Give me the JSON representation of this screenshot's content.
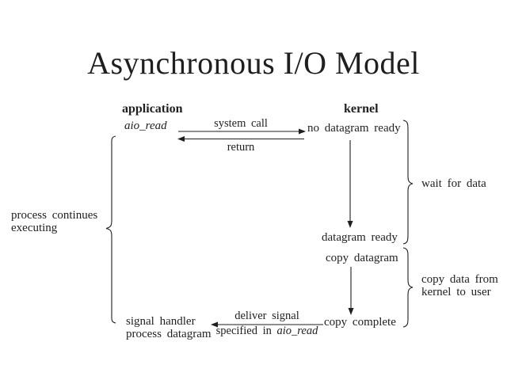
{
  "title": "Asynchronous I/O Model",
  "columns": {
    "application": "application",
    "kernel": "kernel"
  },
  "application_side": {
    "aio_read": "aio_read",
    "signal_handler_line1": "signal handler",
    "signal_handler_line2": "process datagram"
  },
  "kernel_side": {
    "no_datagram_ready": "no datagram ready",
    "datagram_ready": "datagram ready",
    "copy_datagram": "copy datagram",
    "copy_complete": "copy complete"
  },
  "arrows": {
    "system_call_label": "system call",
    "return_label": "return",
    "deliver_signal_line1": "deliver signal",
    "deliver_signal_line2_prefix": "specified in ",
    "deliver_signal_line2_func": "aio_read"
  },
  "annotations": {
    "process_continues_line1": "process continues",
    "process_continues_line2": "executing",
    "wait_for_data": "wait for data",
    "copy_data_line1": "copy data from",
    "copy_data_line2": "kernel to user"
  },
  "colors": {
    "ink": "#1f1f1f",
    "background": "#ffffff"
  }
}
